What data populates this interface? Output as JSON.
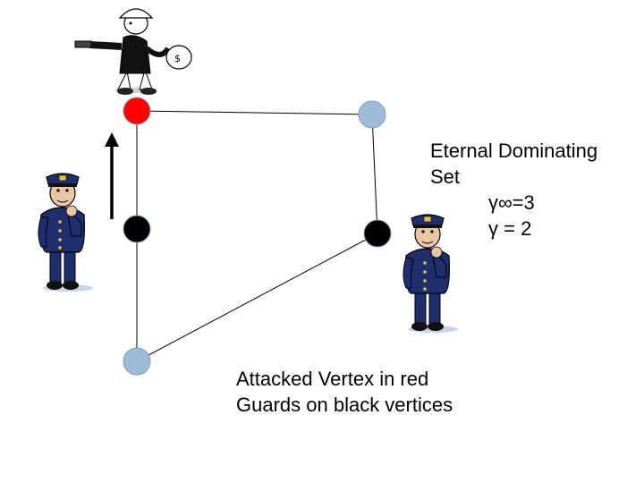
{
  "title": [
    "Eternal Dominating",
    "Set"
  ],
  "eternal_domination_number": "γ∞=3",
  "domination_number": "γ = 2",
  "caption": [
    "Attacked Vertex in red",
    "Guards on black vertices"
  ],
  "colors": {
    "attacked": "#ff0000",
    "guard": "#000000",
    "empty": "#9ebbd8",
    "edge": "#000000",
    "uniform": "#1f2f6b"
  },
  "icons": [
    "robber-icon",
    "police-guard-icon",
    "move-arrow-icon"
  ],
  "graph": {
    "vertices": [
      {
        "id": "v1",
        "state": "attacked"
      },
      {
        "id": "v2",
        "state": "empty"
      },
      {
        "id": "v3",
        "state": "guard"
      },
      {
        "id": "v4",
        "state": "guard"
      },
      {
        "id": "v5",
        "state": "empty"
      }
    ],
    "edges": [
      [
        "v1",
        "v2"
      ],
      [
        "v1",
        "v3"
      ],
      [
        "v2",
        "v4"
      ],
      [
        "v3",
        "v5"
      ],
      [
        "v4",
        "v5"
      ]
    ]
  }
}
